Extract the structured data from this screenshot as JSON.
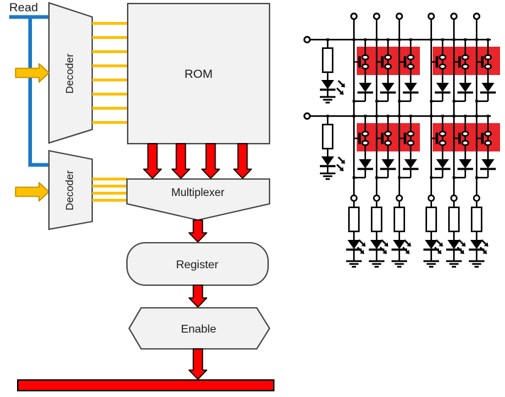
{
  "flow": {
    "read_label": "Read",
    "decoder_top_label": "Decoder",
    "decoder_bottom_label": "Decoder",
    "rom_label": "ROM",
    "multiplexer_label": "Multiplexer",
    "register_label": "Register",
    "enable_label": "Enable"
  },
  "colors": {
    "accent_blue": "#1b79c5",
    "accent_yellow": "#ffc000",
    "yellow_border": "#bf8f00",
    "accent_red": "#ff0000",
    "block_red": "#e9252c",
    "shape_fill": "#f2f2f2",
    "shape_border": "#404040",
    "ink": "#1a1a1a",
    "wire": "#000000"
  }
}
